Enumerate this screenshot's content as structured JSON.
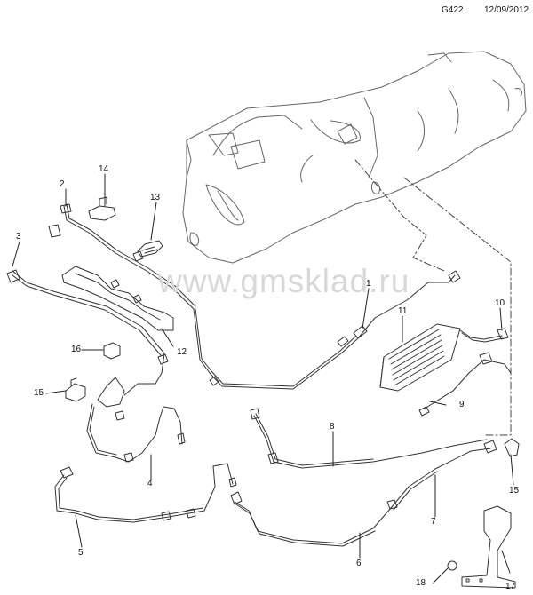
{
  "header": {
    "code": "G422",
    "date": "12/09/2012"
  },
  "watermark": "www.gmsklad.ru",
  "callouts": [
    {
      "id": "1",
      "label": "1"
    },
    {
      "id": "2",
      "label": "2"
    },
    {
      "id": "3",
      "label": "3"
    },
    {
      "id": "4",
      "label": "4"
    },
    {
      "id": "5",
      "label": "5"
    },
    {
      "id": "6",
      "label": "6"
    },
    {
      "id": "7",
      "label": "7"
    },
    {
      "id": "8",
      "label": "8"
    },
    {
      "id": "9",
      "label": "9"
    },
    {
      "id": "10",
      "label": "10"
    },
    {
      "id": "11",
      "label": "11"
    },
    {
      "id": "12",
      "label": "12"
    },
    {
      "id": "13",
      "label": "13"
    },
    {
      "id": "14",
      "label": "14"
    },
    {
      "id": "15a",
      "label": "15"
    },
    {
      "id": "15b",
      "label": "15"
    },
    {
      "id": "16",
      "label": "16"
    },
    {
      "id": "17",
      "label": "17"
    },
    {
      "id": "18",
      "label": "18"
    }
  ],
  "colors": {
    "line": "#222222",
    "tank": "#777777",
    "watermark": "#d8d8d8"
  }
}
